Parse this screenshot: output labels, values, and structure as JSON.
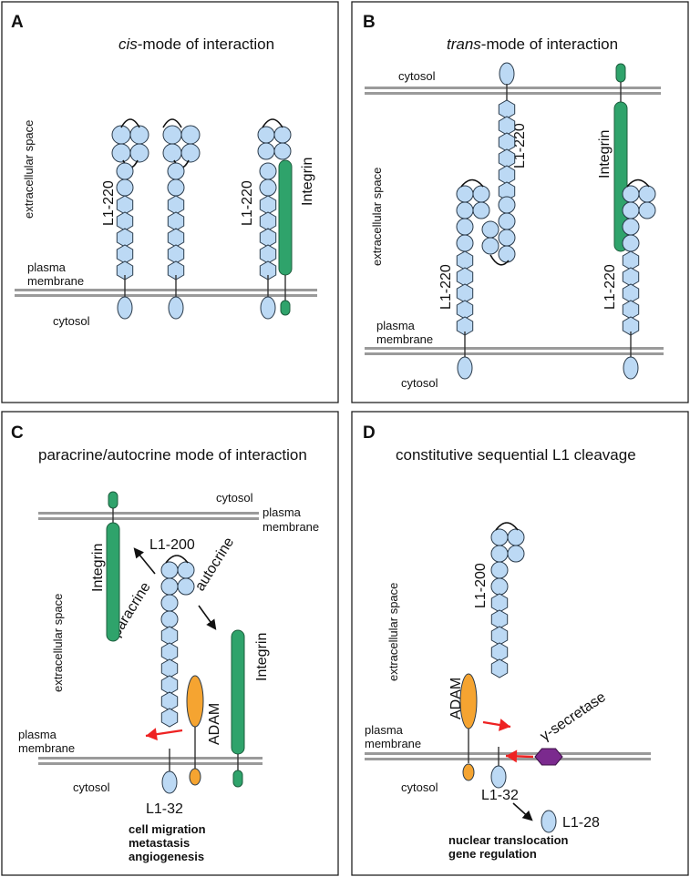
{
  "panels": {
    "A": {
      "label": "A",
      "title_italic": "cis",
      "title_rest": "-mode of interaction",
      "extracellular": "extracellular space",
      "plasma_1": "plasma",
      "plasma_2": "membrane",
      "cytosol": "cytosol",
      "l1_left": "L1-220",
      "l1_right": "L1-220",
      "integrin": "Integrin"
    },
    "B": {
      "label": "B",
      "title_italic": "trans",
      "title_rest": "-mode of interaction",
      "cytosol_top": "cytosol",
      "extracellular": "extracellular space",
      "plasma_1": "plasma",
      "plasma_2": "membrane",
      "cytosol_bottom": "cytosol",
      "l1_top": "L1-220",
      "l1_bottom_left": "L1-220",
      "l1_bottom_right": "L1-220",
      "integrin": "Integrin"
    },
    "C": {
      "label": "C",
      "title": "paracrine/autocrine mode of interaction",
      "cytosol_top": "cytosol",
      "plasma_1": "plasma",
      "plasma_2": "membrane",
      "extracellular": "extracellular space",
      "integrin_top": "Integrin",
      "l1_200": "L1-200",
      "paracrine": "paracrine",
      "autocrine": "autocrine",
      "integrin_right": "Integrin",
      "adam": "ADAM",
      "plasma_bottom_1": "plasma",
      "plasma_bottom_2": "membrane",
      "cytosol_bottom": "cytosol",
      "l1_32": "L1-32",
      "outcomes": [
        "cell migration",
        "metastasis",
        "angiogenesis"
      ]
    },
    "D": {
      "label": "D",
      "title": "constitutive sequential L1 cleavage",
      "extracellular": "extracellular space",
      "l1_200": "L1-200",
      "adam": "ADAM",
      "secretase": "γ-secretase",
      "plasma_1": "plasma",
      "plasma_2": "membrane",
      "cytosol": "cytosol",
      "l1_32": "L1-32",
      "l1_28": "L1-28",
      "outcomes": [
        "nuclear translocation",
        "gene regulation"
      ]
    }
  },
  "colors": {
    "domain_fill": "#bcd9f4",
    "integrin_green": "#2fa36b",
    "adam_orange": "#f5a431",
    "secretase_purple": "#7b2a8e",
    "arrow_red": "#ee2222",
    "membrane_gray": "#9a9a9a"
  }
}
